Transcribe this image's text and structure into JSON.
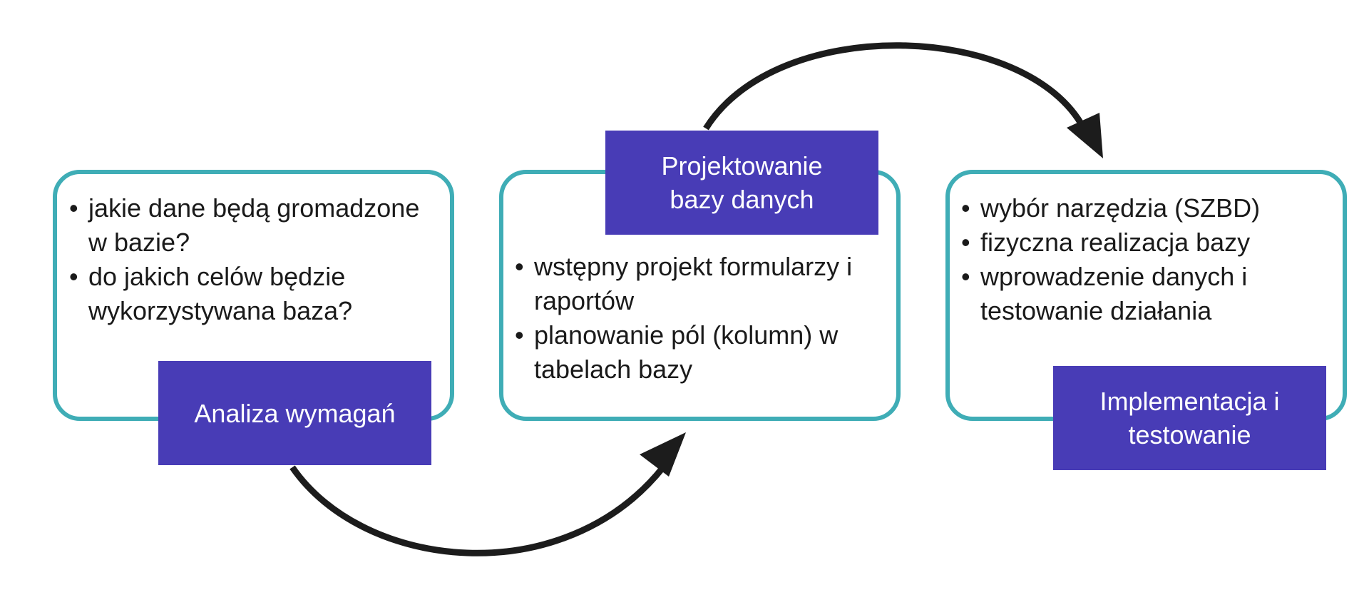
{
  "steps": [
    {
      "title": "Analiza wymagań",
      "bullets": [
        "jakie dane będą gromadzone w bazie?",
        "do jakich celów będzie wykorzystywana baza?"
      ]
    },
    {
      "title": "Projektowanie bazy danych",
      "bullets": [
        "wstępny projekt formularzy i raportów",
        "planowanie pól (kolumn) w tabelach bazy"
      ]
    },
    {
      "title": "Implementacja i testowanie",
      "bullets": [
        "wybór narzędzia (SZBD)",
        "fizyczna realizacja bazy",
        "wprowadzenie danych i testowanie działania"
      ]
    }
  ],
  "colors": {
    "box_border": "#3fadb6",
    "label_fill": "#483cb6",
    "label_text": "#ffffff",
    "arrow": "#1c1c1c",
    "text": "#1a1a1a"
  }
}
